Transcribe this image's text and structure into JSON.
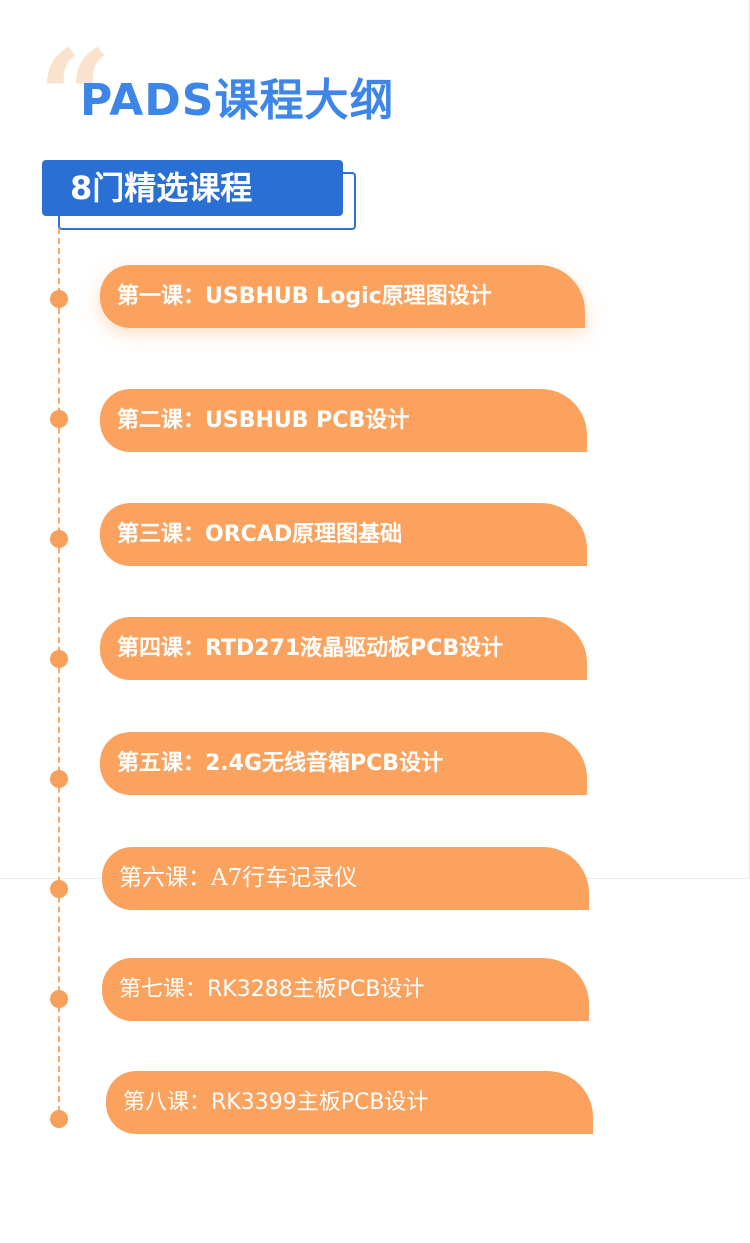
{
  "title": "PADS课程大纲",
  "quote_glyph": "“",
  "section_header": "8门精选课程",
  "colors": {
    "title_blue": "#3d86e8",
    "header_blue": "#2a6fd4",
    "pill_orange": "#fba35e",
    "dot_orange": "#f7a05c",
    "quote_peach": "#fbe2cd"
  },
  "courses": [
    {
      "label": "第一课：USBHUB Logic原理图设计"
    },
    {
      "label": "第二课：USBHUB PCB设计"
    },
    {
      "label": "第三课：ORCAD原理图基础"
    },
    {
      "label": "第四课：RTD271液晶驱动板PCB设计"
    },
    {
      "label": "第五课：2.4G无线音箱PCB设计"
    },
    {
      "label": "第六课：A7行车记录仪"
    },
    {
      "label": "第七课：RK3288主板PCB设计"
    },
    {
      "label": "第八课：RK3399主板PCB设计"
    }
  ]
}
